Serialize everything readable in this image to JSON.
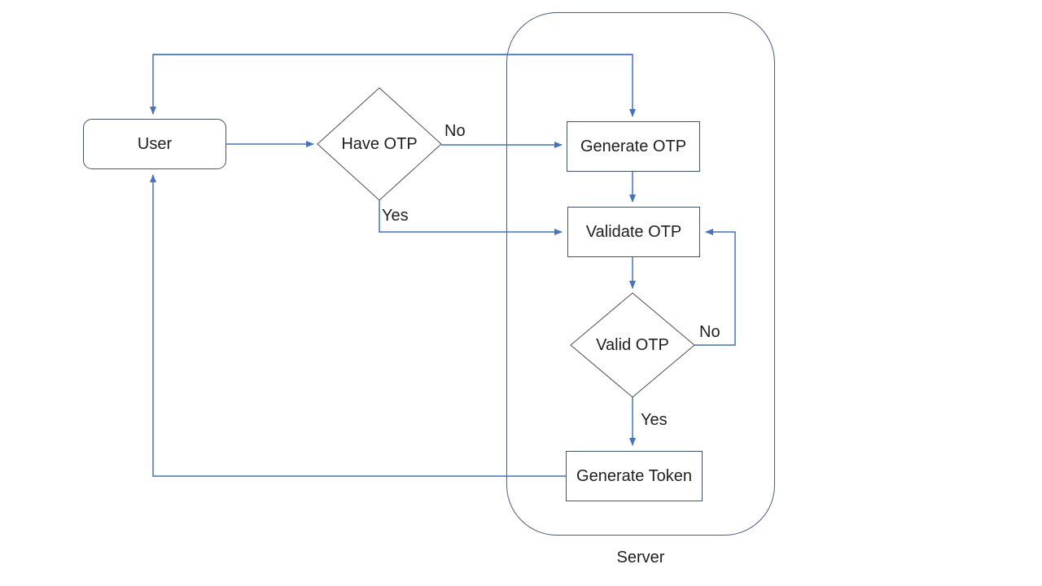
{
  "nodes": {
    "user": {
      "label": "User",
      "shape": "rounded-rectangle"
    },
    "have_otp": {
      "label": "Have OTP",
      "shape": "diamond"
    },
    "generate_otp": {
      "label": "Generate OTP",
      "shape": "rectangle"
    },
    "validate_otp": {
      "label": "Validate OTP",
      "shape": "rectangle"
    },
    "valid_otp": {
      "label": "Valid OTP",
      "shape": "diamond"
    },
    "generate_token": {
      "label": "Generate Token",
      "shape": "rectangle"
    }
  },
  "container": {
    "label": "Server"
  },
  "edges": [
    {
      "from": "user",
      "to": "have_otp",
      "label": ""
    },
    {
      "from": "have_otp",
      "to": "generate_otp",
      "label": "No"
    },
    {
      "from": "have_otp",
      "to": "validate_otp",
      "label": "Yes"
    },
    {
      "from": "generate_otp",
      "to": "validate_otp",
      "label": ""
    },
    {
      "from": "validate_otp",
      "to": "valid_otp",
      "label": ""
    },
    {
      "from": "valid_otp",
      "to": "validate_otp",
      "label": "No"
    },
    {
      "from": "valid_otp",
      "to": "generate_token",
      "label": "Yes"
    },
    {
      "from": "generate_token",
      "to": "user",
      "label": ""
    },
    {
      "from": "user",
      "to": "generate_otp",
      "label": "",
      "double_headed": true
    }
  ],
  "colors": {
    "background": "#ffffff",
    "connector": "#4472c4",
    "process_border": "#44546a",
    "decision_border": "#4d4d4d",
    "container_border": "#4a5d80",
    "text": "#1f1f1f"
  }
}
